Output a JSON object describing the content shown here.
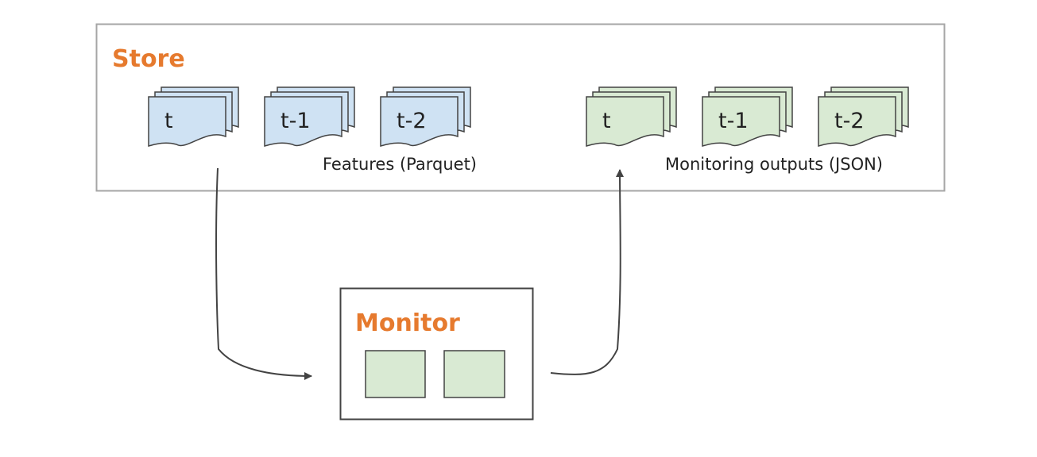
{
  "colors": {
    "accent": "#E67A2E",
    "features_fill": "#CFE2F3",
    "outputs_fill": "#D9EAD3",
    "border": "#A6A6A6",
    "stroke": "#434343"
  },
  "store": {
    "title": "Store",
    "features_docs": [
      "t",
      "t-1",
      "t-2"
    ],
    "features_caption": "Features (Parquet)",
    "outputs_docs": [
      "t",
      "t-1",
      "t-2"
    ],
    "outputs_caption": "Monitoring outputs (JSON)"
  },
  "monitor": {
    "title": "Monitor"
  }
}
